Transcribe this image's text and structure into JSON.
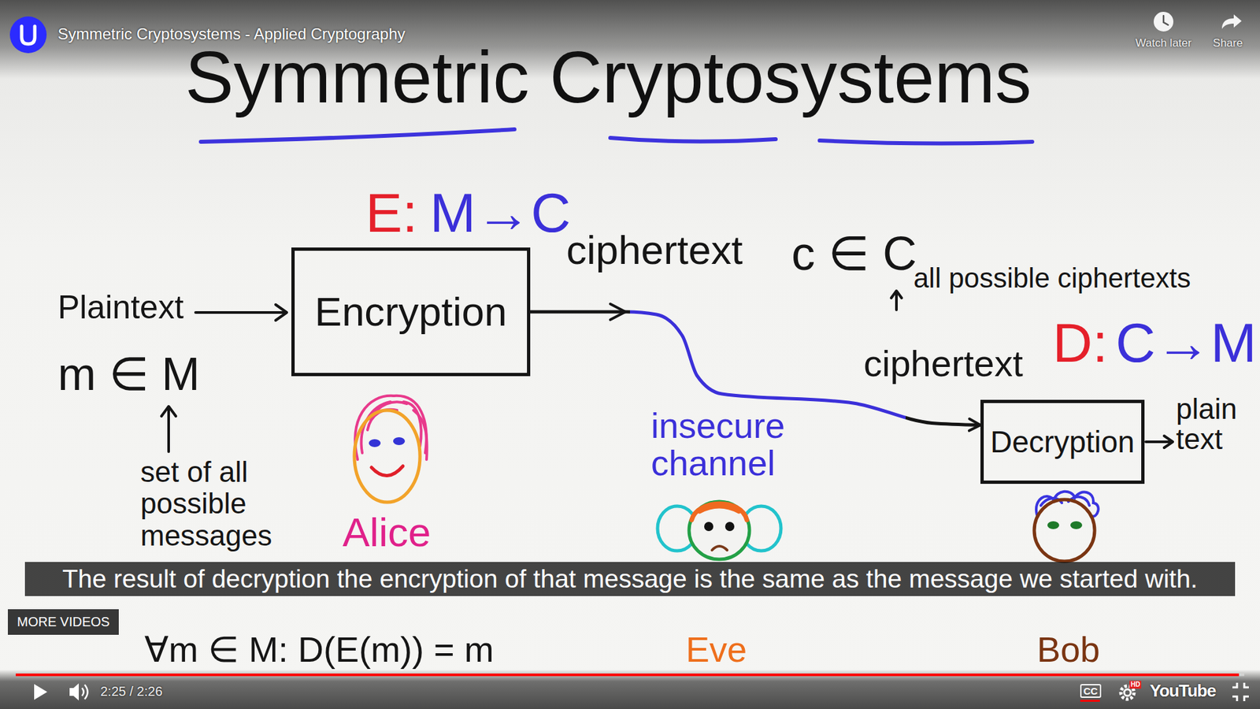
{
  "diagram": {
    "title": "Symmetric Cryptosystems",
    "nodes": [
      {
        "text": [
          "Encryption"
        ]
      },
      {
        "text": [
          "Decryption"
        ]
      }
    ],
    "edges": [
      {
        "from": 0,
        "to": 1,
        "arrow": "to"
      }
    ],
    "labels": [
      "Symmetric Cryptosystems - Applied Cryptography",
      "Watch later",
      "Share",
      "E:",
      "M→C",
      "ciphertext",
      "c ∈ C",
      "all possible ciphertexts",
      "Plaintext",
      "m ∈ M",
      "ciphertext",
      "D:",
      "C→M",
      "plain text",
      "insecure channel",
      "set of all possible messages",
      "Alice",
      "MORE VIDEOS",
      "The result of decryption the encryption of that message is the same as the message we started with.",
      "∀m ∈ M: D(E(m)) = m",
      "Eve",
      "Bob",
      "2:25 / 2:26",
      "CC",
      "HD",
      "YouTube"
    ]
  }
}
